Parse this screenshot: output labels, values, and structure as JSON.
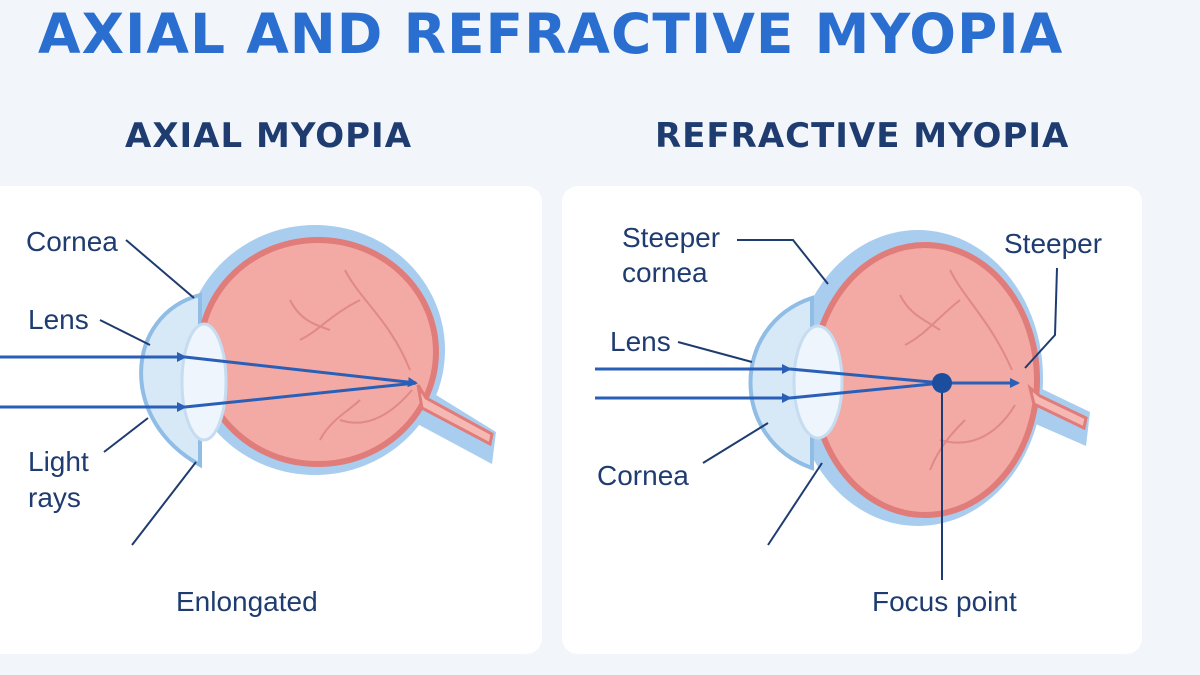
{
  "title": "AXIAL AND REFRACTIVE MYOPIA",
  "panels": {
    "axial": {
      "heading": "AXIAL MYOPIA",
      "labels": {
        "cornea": "Cornea",
        "lens": "Lens",
        "light_rays_1": "Light",
        "light_rays_2": "rays",
        "caption": "Enlongated"
      }
    },
    "refractive": {
      "heading": "REFRACTIVE MYOPIA",
      "labels": {
        "steeper_cornea_1": "Steeper",
        "steeper_cornea_2": "cornea",
        "steeper": "Steeper",
        "lens": "Lens",
        "cornea": "Cornea",
        "caption": "Focus point"
      }
    }
  },
  "colors": {
    "title": "#2a6fd0",
    "heading": "#1f3c70",
    "sclera": "#a9cdee",
    "eyeball": "#f3a9a4",
    "eyeball_rim": "#e07c7a",
    "lens": "#e8f2fb",
    "ray": "#2a5fb8",
    "focus": "#1c4e9e"
  }
}
